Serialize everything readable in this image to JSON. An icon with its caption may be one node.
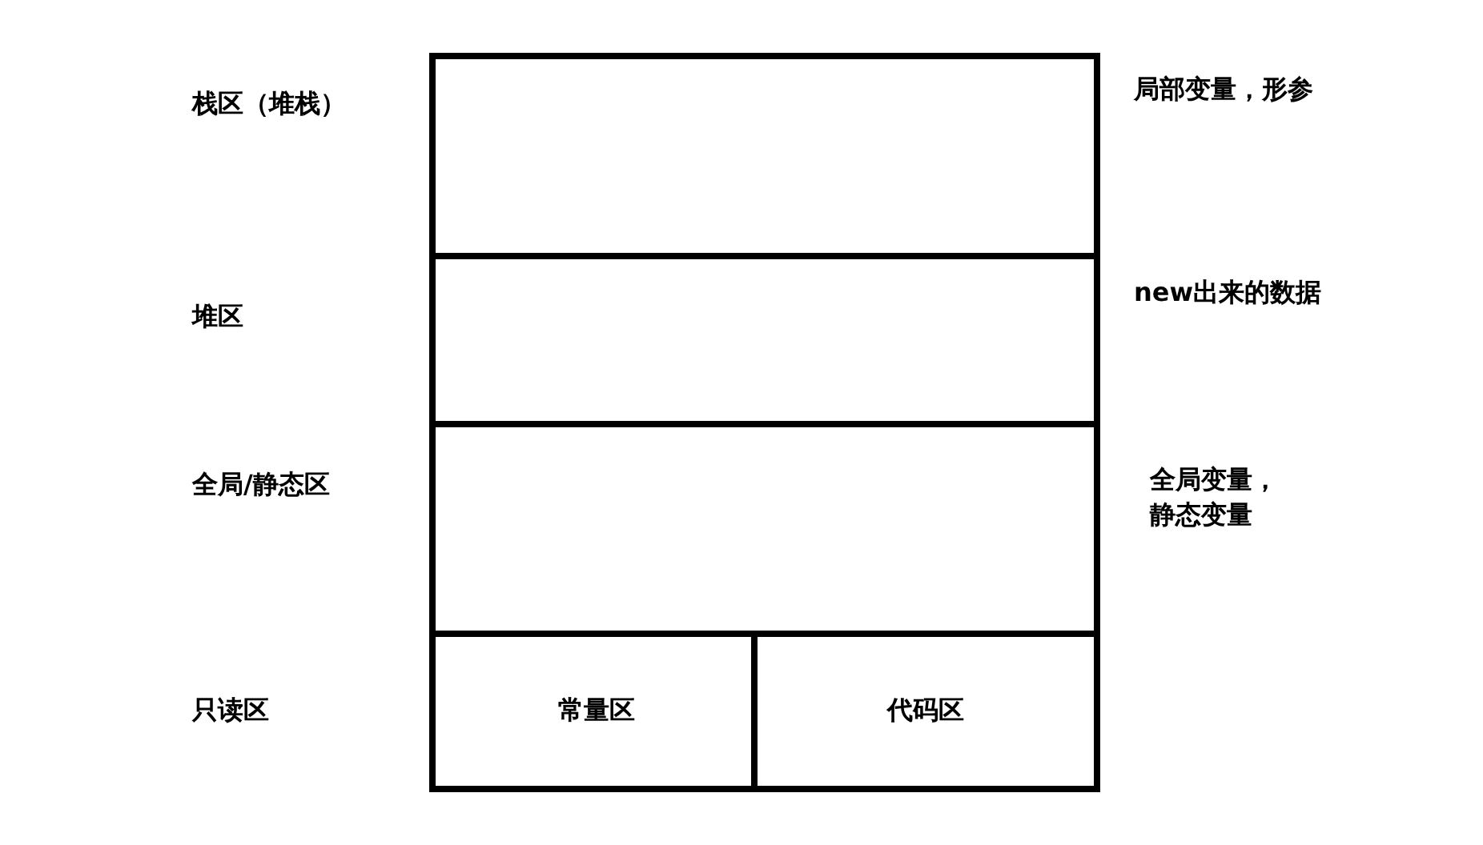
{
  "diagram": {
    "nodes": [
      {
        "text": [],
        "shape": "box",
        "beside": [
          "局部变量，形参"
        ]
      },
      {
        "text": [],
        "shape": "box",
        "beside": [
          "new出来的数据"
        ]
      },
      {
        "text": [],
        "shape": "box",
        "beside": [
          "全局变量，静态变量"
        ]
      },
      {
        "text": [],
        "shape": "box"
      },
      {
        "text": [
          "常量区"
        ],
        "in": 3
      },
      {
        "text": [
          "代码区"
        ],
        "in": 3
      }
    ],
    "labels": [
      "栈区（堆栈）",
      "堆区",
      "全局/静态区",
      "只读区"
    ]
  }
}
